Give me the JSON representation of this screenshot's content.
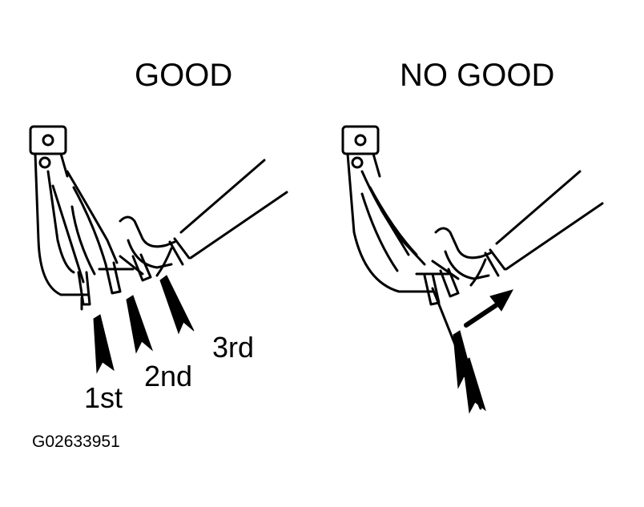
{
  "good_panel": {
    "title": "GOOD",
    "order_labels": [
      "1st",
      "2nd",
      "3rd"
    ]
  },
  "bad_panel": {
    "title": "NO GOOD"
  },
  "figure_code": "G02633951",
  "icons": {
    "tool": "puller-tool-icon",
    "pointer": "arrowhead-pointer-icon",
    "direction": "pull-direction-arrow-icon"
  }
}
